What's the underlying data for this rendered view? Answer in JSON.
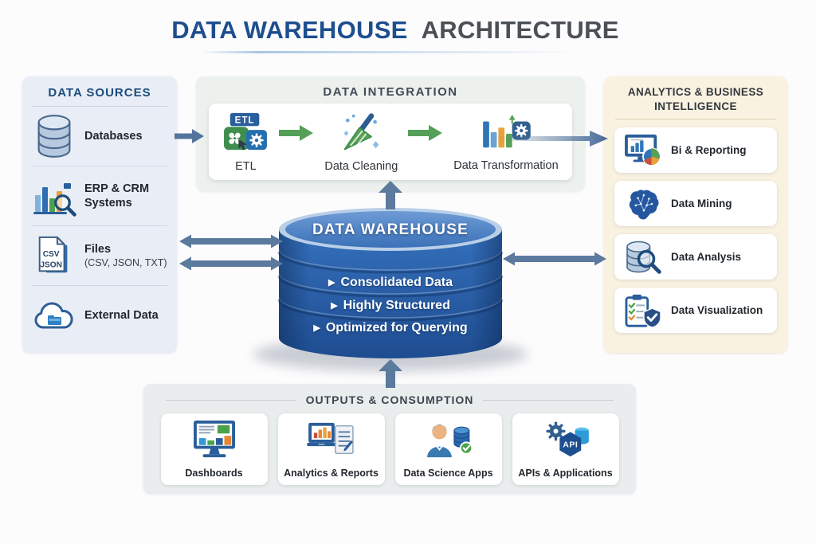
{
  "title": {
    "primary": "DATA WAREHOUSE",
    "secondary": "ARCHITECTURE"
  },
  "data_sources": {
    "header": "DATA SOURCES",
    "items": [
      {
        "label": "Databases",
        "icon": "database-icon"
      },
      {
        "label": "ERP & CRM Systems",
        "icon": "erp-crm-chart-icon"
      },
      {
        "label": "Files",
        "sublabel": "(CSV, JSON, TXT)",
        "icon": "files-icon",
        "icon_text_top": "CSV",
        "icon_text_bottom": "JSON"
      },
      {
        "label": "External Data",
        "icon": "cloud-icon"
      }
    ]
  },
  "data_integration": {
    "header": "DATA INTEGRATION",
    "steps": [
      {
        "label": "ETL",
        "icon": "etl-icon",
        "icon_badge": "ETL"
      },
      {
        "label": "Data Cleaning",
        "icon": "broom-icon"
      },
      {
        "label": "Data Transformation",
        "icon": "chart-gear-icon"
      }
    ]
  },
  "warehouse": {
    "title": "DATA WAREHOUSE",
    "bullet": "▶",
    "features": [
      "Consolidated Data",
      "Highly Structured",
      "Optimized for Querying"
    ]
  },
  "analytics": {
    "header": "ANALYTICS & BUSINESS INTELLIGENCE",
    "items": [
      {
        "label": "Bi & Reporting",
        "icon": "bi-reporting-icon"
      },
      {
        "label": "Data Mining",
        "icon": "brain-icon"
      },
      {
        "label": "Data Analysis",
        "icon": "database-magnifier-icon"
      },
      {
        "label": "Data Visualization",
        "icon": "checklist-shield-icon"
      }
    ]
  },
  "outputs": {
    "header": "OUTPUTS & CONSUMPTION",
    "items": [
      {
        "label": "Dashboards",
        "icon": "dashboard-monitor-icon"
      },
      {
        "label": "Analytics & Reports",
        "icon": "laptop-report-icon"
      },
      {
        "label": "Data Science Apps",
        "icon": "person-database-icon"
      },
      {
        "label": "APIs & Applications",
        "icon": "api-gear-icon",
        "icon_badge": "API"
      }
    ]
  },
  "colors": {
    "title_primary": "#1d4e8f",
    "title_secondary": "#4b5056",
    "sources_panel_bg": "#e9eef6",
    "integration_panel_bg": "#edf1ee",
    "analytics_panel_bg": "#faf2e1",
    "outputs_panel_bg": "#e9edee",
    "warehouse_blue": "#2a63b2",
    "arrow_slate": "#5b7a9e",
    "arrow_green": "#55a058"
  }
}
